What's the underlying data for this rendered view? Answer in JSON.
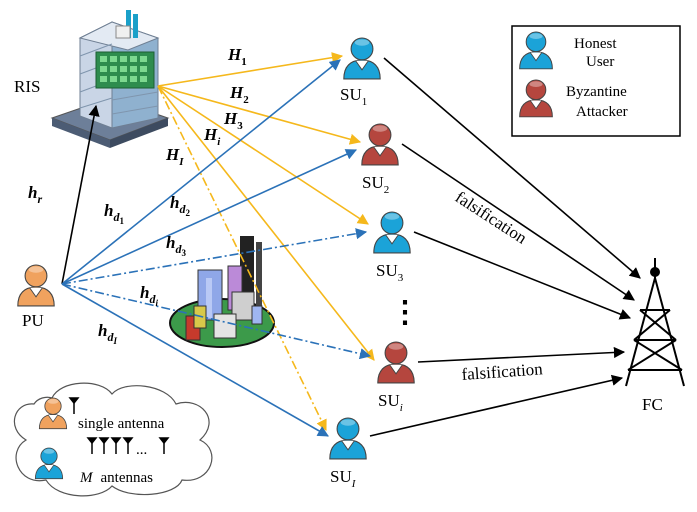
{
  "nodes": {
    "ris": "RIS",
    "pu": "PU",
    "fc": "FC",
    "su": [
      {
        "base": "SU",
        "sub": "1",
        "type": "honest"
      },
      {
        "base": "SU",
        "sub": "2",
        "type": "byzantine"
      },
      {
        "base": "SU",
        "sub": "3",
        "type": "honest"
      },
      {
        "base": "SU",
        "sub": "i",
        "type": "byzantine"
      },
      {
        "base": "SU",
        "sub": "I",
        "type": "honest"
      }
    ],
    "ellipsis": "⋮"
  },
  "channels": {
    "H": [
      {
        "base": "H",
        "sub": "1"
      },
      {
        "base": "H",
        "sub": "2"
      },
      {
        "base": "H",
        "sub": "3"
      },
      {
        "base": "H",
        "sub": "i"
      },
      {
        "base": "H",
        "sub": "I"
      }
    ],
    "hr": {
      "base": "h",
      "sub": "r"
    },
    "hd": [
      {
        "base": "h",
        "sub": "d",
        "subsub": "1"
      },
      {
        "base": "h",
        "sub": "d",
        "subsub": "2"
      },
      {
        "base": "h",
        "sub": "d",
        "subsub": "3"
      },
      {
        "base": "h",
        "sub": "d",
        "subsub": "i"
      },
      {
        "base": "h",
        "sub": "d",
        "subsub": "I"
      }
    ]
  },
  "reports": {
    "falsification_1": "falsification",
    "falsification_2": "falsification"
  },
  "legend_users": {
    "honest_line1": "Honest",
    "honest_line2": "User",
    "byzantine_line1": "Byzantine",
    "byzantine_line2": "Attacker"
  },
  "legend_antennas": {
    "single": "single antenna",
    "multi_var": "M",
    "multi_rest": "antennas",
    "dots": "..."
  },
  "colors": {
    "honest": "#1ba3d8",
    "byzantine": "#b5463e",
    "pu": "#f0a25e",
    "ris_link": "#f5b81c",
    "direct_link": "#2b72b8"
  }
}
